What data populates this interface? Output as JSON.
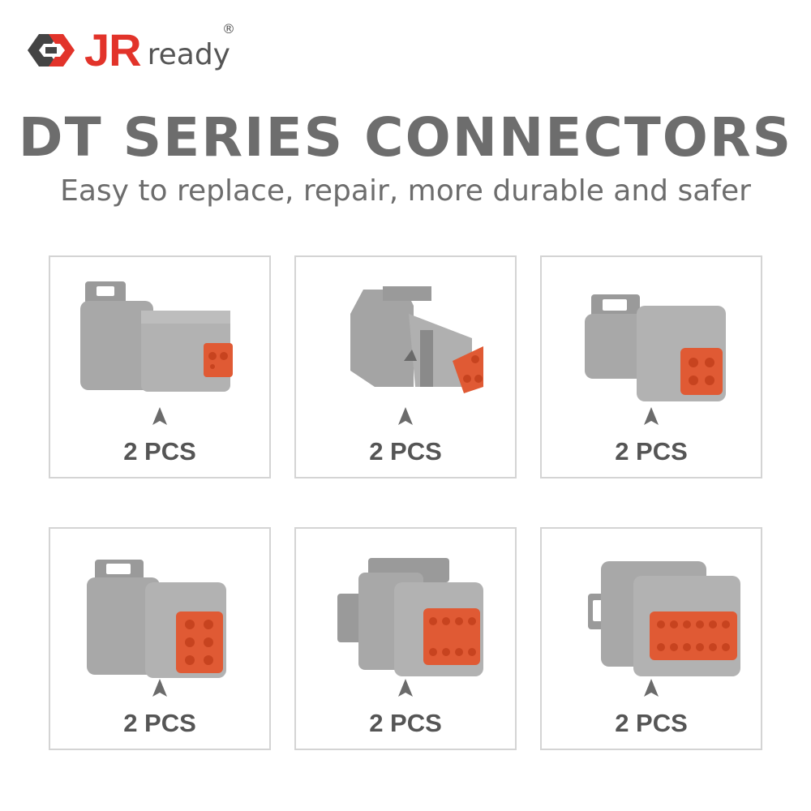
{
  "brand": {
    "name_part1": "JR",
    "name_part2": "ready",
    "registered": "®",
    "accent_color": "#e2332a",
    "text_color": "#555555"
  },
  "title": "DT SERIES CONNECTORS",
  "subtitle": "Easy to replace, repair, more durable and safer",
  "products": [
    {
      "quantity": "2 PCS",
      "icon": "dt-2pin-connector-icon"
    },
    {
      "quantity": "2 PCS",
      "icon": "dt-3pin-connector-icon"
    },
    {
      "quantity": "2 PCS",
      "icon": "dt-4pin-connector-icon"
    },
    {
      "quantity": "2 PCS",
      "icon": "dt-6pin-connector-icon"
    },
    {
      "quantity": "2 PCS",
      "icon": "dt-8pin-connector-icon"
    },
    {
      "quantity": "2 PCS",
      "icon": "dt-12pin-connector-icon"
    }
  ],
  "colors": {
    "connector_body": "#a4a4a4",
    "connector_face": "#e05a34",
    "heading": "#6d6d6d",
    "card_border": "#d4d4d4"
  }
}
